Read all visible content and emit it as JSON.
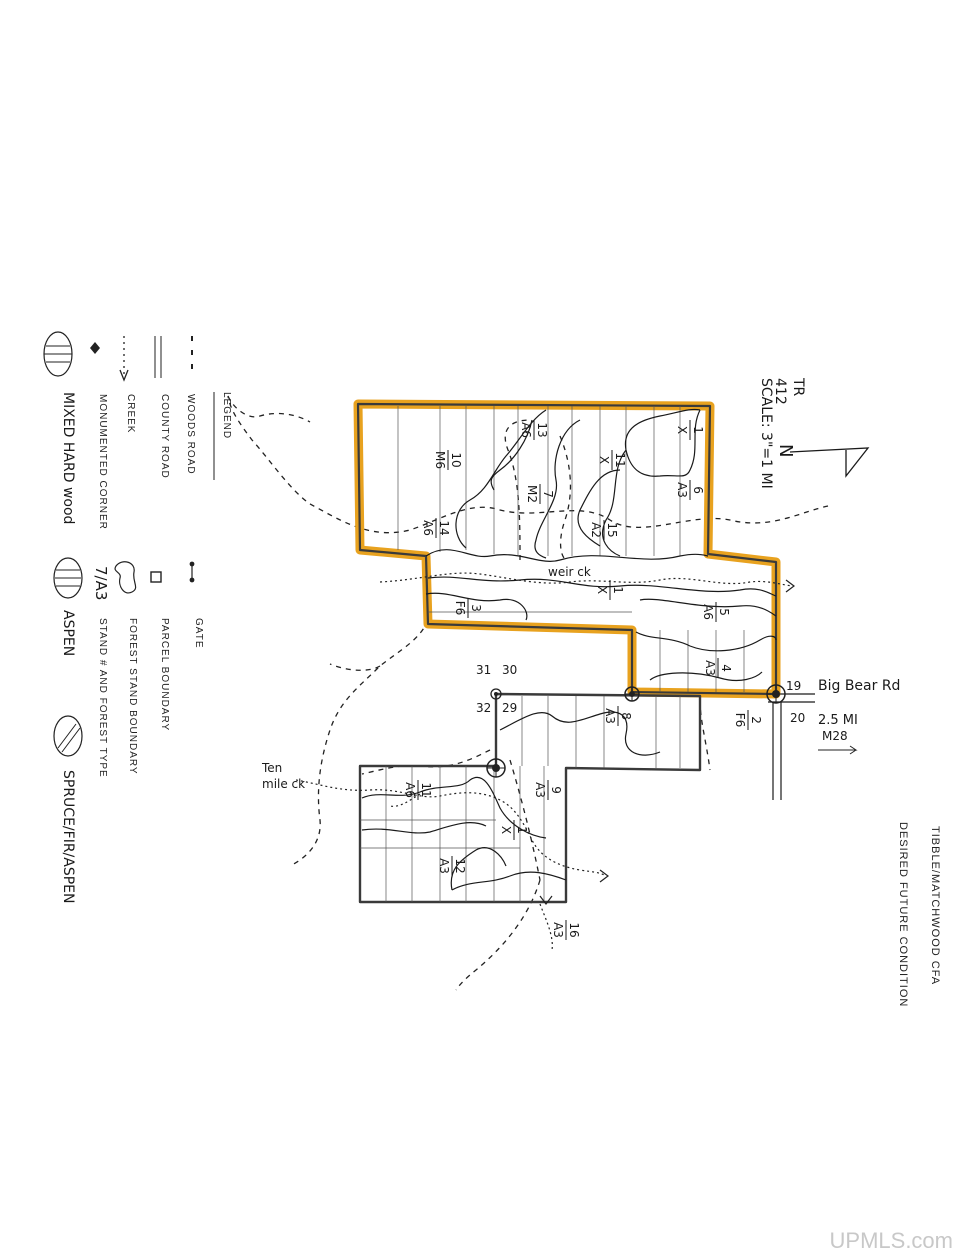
{
  "title": {
    "line1": "TIBBLE/MATCHWOOD CFA",
    "line2": "DESIRED FUTURE CONDITION"
  },
  "header": {
    "tr": "TR",
    "tr_number": "412",
    "north": "N",
    "scale": "SCALE: 3\"=1 MI"
  },
  "legend": {
    "title": "LEGEND",
    "items": [
      {
        "label": "WOODS ROAD"
      },
      {
        "label": "COUNTY ROAD"
      },
      {
        "label": "CREEK"
      },
      {
        "label": "MONUMENTED CORNER"
      },
      {
        "label": "MIXED HARD wood"
      }
    ],
    "items_right": [
      {
        "label": "GATE"
      },
      {
        "label": "PARCEL BOUNDARY"
      },
      {
        "label": "FOREST STAND BOUNDARY"
      },
      {
        "label": "STAND # AND FOREST TYPE",
        "sample": "7/A3"
      },
      {
        "label": "ASPEN"
      },
      {
        "label": "SPRUCE/FIR/ASPEN"
      }
    ]
  },
  "roads": {
    "big_bear": "Big Bear Rd",
    "distance": "2.5 MI",
    "route": "M28"
  },
  "creeks": {
    "weir": "weir ck",
    "ten_mile_1": "Ten",
    "ten_mile_2": "mile ck"
  },
  "section_numbers": [
    "19",
    "20",
    "30",
    "29",
    "31",
    "32"
  ],
  "stands": [
    {
      "num": "1",
      "type": "X"
    },
    {
      "num": "6",
      "type": "A3"
    },
    {
      "num": "11",
      "type": "X"
    },
    {
      "num": "15",
      "type": "A2"
    },
    {
      "num": "13",
      "type": "A6"
    },
    {
      "num": "7",
      "type": "M2"
    },
    {
      "num": "10",
      "type": "M6"
    },
    {
      "num": "14",
      "type": "A6"
    },
    {
      "num": "5",
      "type": "A6"
    },
    {
      "num": "1",
      "type": "X"
    },
    {
      "num": "3",
      "type": "F6"
    },
    {
      "num": "4",
      "type": "A3"
    },
    {
      "num": "2",
      "type": "F6"
    },
    {
      "num": "8",
      "type": "A3"
    },
    {
      "num": "9",
      "type": "A3"
    },
    {
      "num": "11",
      "type": "A6"
    },
    {
      "num": "1",
      "type": "X"
    },
    {
      "num": "12",
      "type": "A3"
    },
    {
      "num": "16",
      "type": "A3"
    }
  ],
  "watermark": "UPMLS.com",
  "colors": {
    "highlight": "#e8a21f",
    "ink": "#1a1a1a",
    "parcel": "#3a3a3a"
  }
}
